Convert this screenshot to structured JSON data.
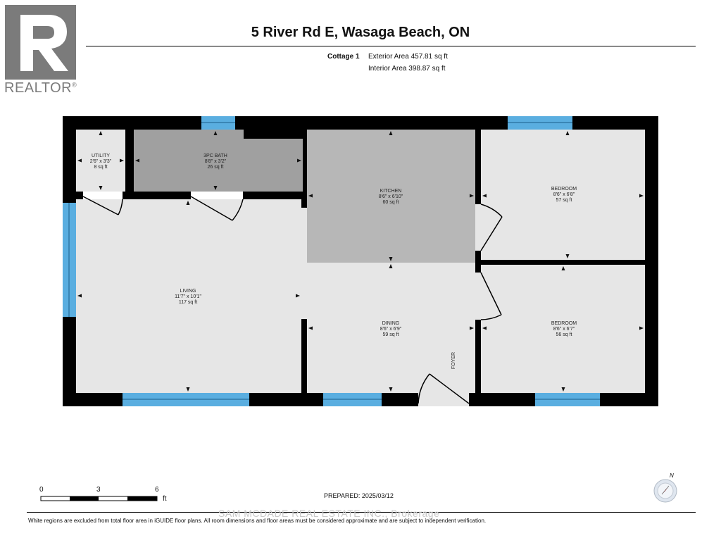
{
  "brand": {
    "logo_text": "REALTOR",
    "registered": "®"
  },
  "header": {
    "title": "5 River Rd E, Wasaga Beach, ON",
    "building": "Cottage 1",
    "exterior_area": "Exterior Area 457.81 sq ft",
    "interior_area": "Interior Area 398.87 sq ft"
  },
  "rooms": {
    "utility": {
      "name": "UTILITY",
      "dims": "2'6\" x 3'3\"",
      "area": "8 sq ft"
    },
    "bath": {
      "name": "3PC BATH",
      "dims": "8'8\" x 3'2\"",
      "area": "26 sq ft"
    },
    "kitchen": {
      "name": "KITCHEN",
      "dims": "8'6\" x 6'10\"",
      "area": "60 sq ft"
    },
    "bedroom1": {
      "name": "BEDROOM",
      "dims": "8'6\" x 6'8\"",
      "area": "57 sq ft"
    },
    "living": {
      "name": "LIVING",
      "dims": "11'7\" x 10'1\"",
      "area": "117 sq ft"
    },
    "dining": {
      "name": "DINING",
      "dims": "8'6\" x 6'9\"",
      "area": "59 sq ft"
    },
    "bedroom2": {
      "name": "BEDROOM",
      "dims": "8'6\" x 6'7\"",
      "area": "56 sq ft"
    },
    "foyer": {
      "name": "FOYER"
    }
  },
  "scale": {
    "ticks": [
      "0",
      "3",
      "6"
    ],
    "unit": "ft"
  },
  "prepared": "PREPARED: 2025/03/12",
  "compass_label": "N",
  "watermark": "SAM MCDADE REAL ESTATE INC., Brokerage",
  "disclaimer": "White regions are excluded from total floor area in iGUIDE floor plans. All room dimensions and floor areas must be considered approximate and are subject to independent verification.",
  "colors": {
    "wall": "#000000",
    "window": "#5aaee0",
    "room_light": "#e6e6e6",
    "room_mid": "#b7b7b7",
    "room_dark": "#a0a0a0",
    "logo": "#7b7b7b"
  }
}
